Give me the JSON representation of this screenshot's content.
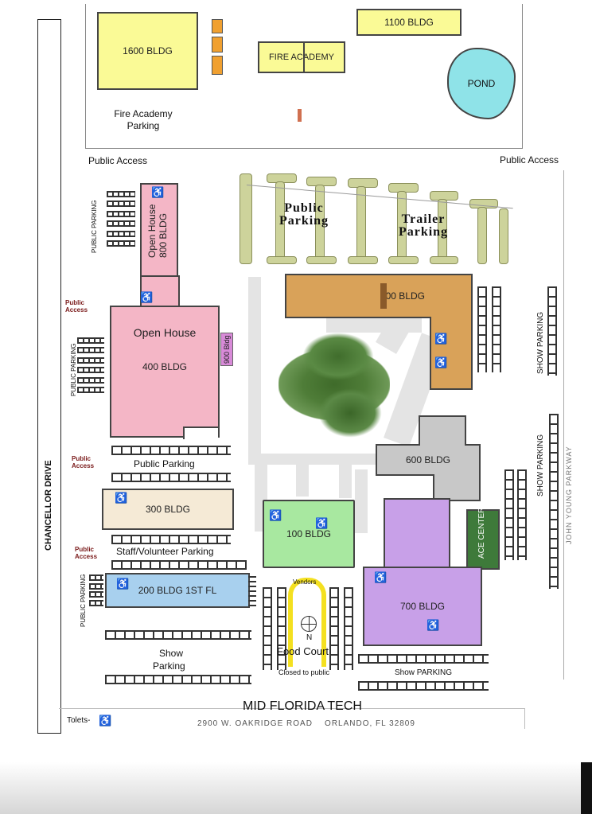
{
  "roads": {
    "chancellor": "CHANCELLOR DRIVE",
    "john_young": "JOHN YOUNG PARKWAY"
  },
  "top_campus": {
    "bldg_1600": "1600 BLDG",
    "fire_academy": "FIRE ACADEMY",
    "bldg_1100": "1100 BLDG",
    "pond": "POND",
    "fire_parking": "Fire Academy Parking",
    "public_access_left": "Public Access",
    "public_access_right": "Public Access"
  },
  "lots": {
    "public_parking_big": "Public Parking",
    "trailer_parking": "Trailer Parking"
  },
  "buildings": {
    "bldg_800_a": "Open House",
    "bldg_800_b": "800 BLDG",
    "bldg_400_a": "Open House",
    "bldg_400_b": "400 BLDG",
    "bldg_900": "900 Bldg",
    "bldg_500": "500 BLDG",
    "bldg_600": "600 BLDG",
    "bldg_300": "300 BLDG",
    "bldg_100": "100 BLDG",
    "bldg_200": "200 BLDG 1ST FL",
    "bldg_700": "700 BLDG",
    "ace_center": "ACE CENTER"
  },
  "side_labels": {
    "public_parking_v1": "PUBLIC PARKING",
    "public_parking_v2": "PUBLIC PARKING",
    "public_parking_v3": "PUBLIC PARKING",
    "public_access_1": "Public Access",
    "public_access_2": "Public Access",
    "public_access_3": "Public Access",
    "show_parking_v1": "SHOW PARKING",
    "show_parking_v2": "SHOW PARKING"
  },
  "lower": {
    "public_parking_row": "Public Parking",
    "staff_parking": "Staff/Volunteer Parking",
    "show_parking_a": "Show",
    "show_parking_b": "Parking",
    "vendors": "Vendors",
    "compass_n": "N",
    "food_court": "Food Court",
    "closed": "Closed to public",
    "show_parking_caps": "Show PARKING"
  },
  "footer": {
    "title": "MID FLORIDA TECH",
    "address": "2900 W. OAKRIDGE ROAD    ORLANDO, FL 32809",
    "legend_label": "Tolets-"
  },
  "colors": {
    "yellow": "#fafa96",
    "orange": "#f0a030",
    "pond": "#8fe3e8",
    "pink": "#f4b6c6",
    "tan": "#d9a259",
    "gray": "#c8c8c8",
    "cream": "#f5ead6",
    "green": "#a8e8a0",
    "blue": "#a8d0ee",
    "purple": "#c8a0e8",
    "darkgreen": "#3e7a3a",
    "island": "#cdd39b",
    "toilet_red": "#7a1a1a"
  }
}
